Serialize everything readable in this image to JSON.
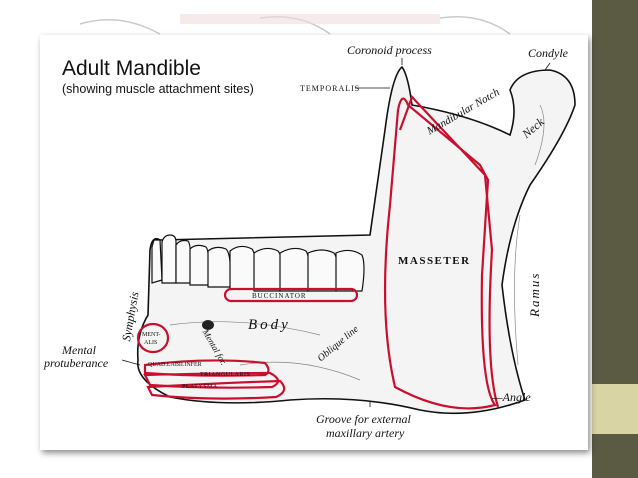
{
  "slide": {
    "title": "Adult Mandible",
    "subtitle": "(showing muscle attachment sites)"
  },
  "labels": {
    "coronoid_process": "Coronoid process",
    "condyle": "Condyle",
    "temporalis": "TEMPORALIS",
    "mandibular_notch": "Mandibular Notch",
    "neck": "Neck",
    "masseter": "MASSETER",
    "ramus": "Ramus",
    "symphysis": "Symphysis",
    "buccinator": "BUCCINATOR",
    "body": "Body",
    "oblique_line": "Oblique line",
    "mental_for": "Mental for.",
    "mentalis": [
      "MENT-",
      "ALIS"
    ],
    "mental_protuberance": [
      "Mental",
      "protuberance"
    ],
    "quad_labii_infer": "QUAD.LABII.INFER",
    "triangularis": "TRIANGULARIS",
    "platysma": "PLATYSMA",
    "angle": "—Angle",
    "groove": [
      "Groove for external",
      "maxillary artery"
    ]
  },
  "colors": {
    "attachment_outline": "#c8102e",
    "frame_band": "#5b5a43",
    "frame_accent": "#d8d4a3"
  }
}
